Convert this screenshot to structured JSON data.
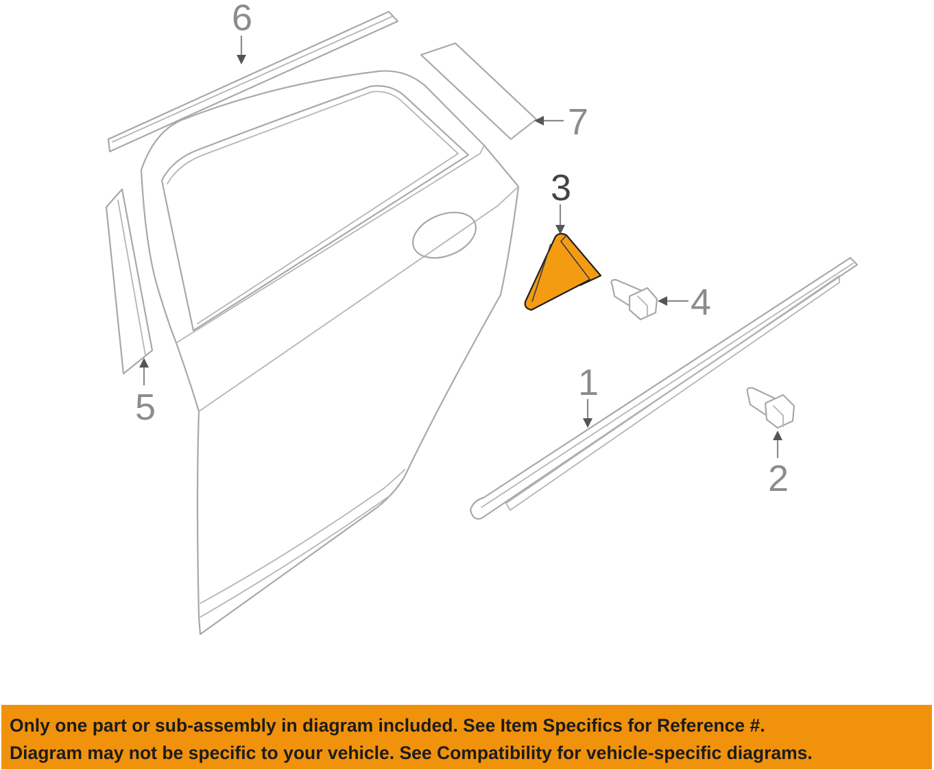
{
  "diagram": {
    "callouts": {
      "part1": "1",
      "part2": "2",
      "part3": "3",
      "part4": "4",
      "part5": "5",
      "part6": "6",
      "part7": "7"
    },
    "highlighted_part": "3",
    "colors": {
      "highlight": "#f39c12",
      "line": "#a8a8a8",
      "banner": "#f1920c"
    }
  },
  "disclaimer": {
    "line1": "Only one part or sub-assembly in diagram included. See Item Specifics for Reference #.",
    "line2": "Diagram may not be specific to your vehicle. See Compatibility for vehicle-specific diagrams."
  }
}
